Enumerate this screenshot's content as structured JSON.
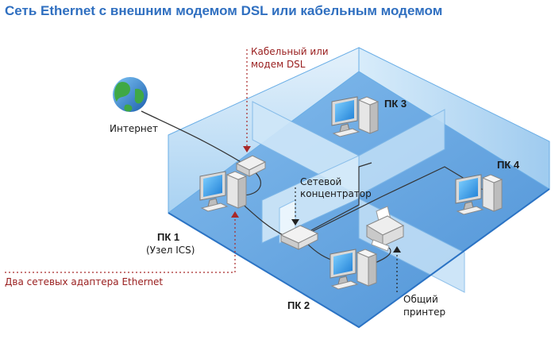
{
  "title": "Сеть Ethernet с внешним модемом DSL или кабельным модемом",
  "labels": {
    "internet": "Интернет",
    "modem_line1": "Кабельный или",
    "modem_line2": "модем DSL",
    "pc3": "ПК 3",
    "pc4": "ПК 4",
    "hub_line1": "Сетевой",
    "hub_line2": "концентратор",
    "pc1": "ПК 1",
    "pc1_sub": "(Узел ICS)",
    "adapters": "Два сетевых адаптера Ethernet",
    "pc2": "ПК 2",
    "printer_line1": "Общий",
    "printer_line2": "принтер"
  },
  "colors": {
    "title": "#2f6fc0",
    "annotation": "#9a2020",
    "floor": "#3f8fd8",
    "wall_light": "#cfe7f9"
  },
  "icons": [
    "globe-icon",
    "modem-icon",
    "hub-icon",
    "printer-icon",
    "computer-icon"
  ]
}
